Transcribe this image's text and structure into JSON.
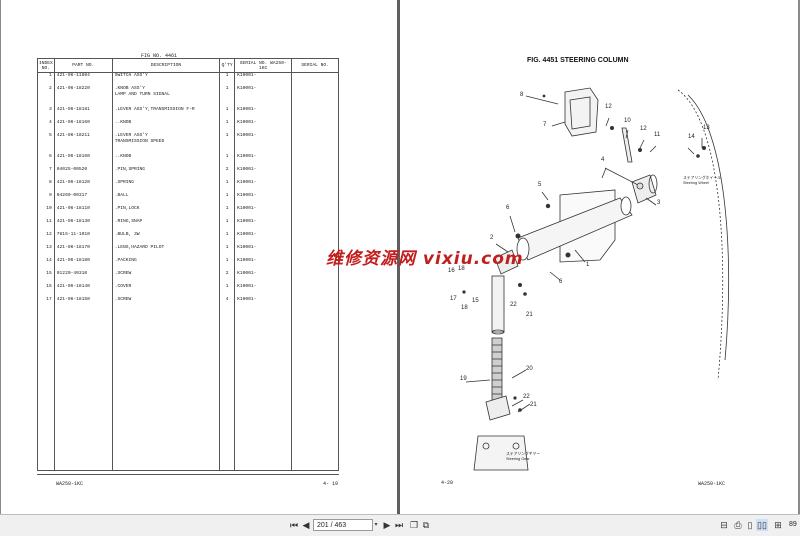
{
  "watermark": "维修资源网 vixiu.com",
  "left_page": {
    "fig_no_label": "FIG NO.",
    "fig_no": "4461",
    "headers": {
      "index": "INDEX NO.",
      "part_no": "PART NO.",
      "description": "DESCRIPTION",
      "qty": "Q'TY",
      "serial1": "SERIAL NO. WA250-1KC",
      "serial2": "SERIAL NO."
    },
    "rows": [
      {
        "idx": "1",
        "part": "421-06-11604",
        "desc": "SWITCH ASS'Y",
        "qty": "1",
        "serial": "K10001-",
        "tall": false
      },
      {
        "idx": "2",
        "part": "421-06-18220",
        "desc": ".KNOB ASS'Y\nLAMP AND TURN SIGNAL",
        "qty": "1",
        "serial": "K10001-",
        "tall": true
      },
      {
        "idx": "3",
        "part": "421-06-18181",
        "desc": ".LEVER ASS'Y,TRANSMISSION F-R",
        "qty": "1",
        "serial": "K10001-",
        "tall": false
      },
      {
        "idx": "4",
        "part": "421-06-18160",
        "desc": "..KNOB",
        "qty": "1",
        "serial": "K10001-",
        "tall": false
      },
      {
        "idx": "5",
        "part": "421-06-18211",
        "desc": ".LEVER ASS'Y\nTRANSMISSION SPEED",
        "qty": "1",
        "serial": "K10001-",
        "tall": true
      },
      {
        "idx": "6",
        "part": "421-06-18160",
        "desc": "..KNOB",
        "qty": "1",
        "serial": "K10001-",
        "tall": false
      },
      {
        "idx": "7",
        "part": "04025-00520",
        "desc": ".PIN,SPRING",
        "qty": "2",
        "serial": "K10001-",
        "tall": false
      },
      {
        "idx": "8",
        "part": "421-06-18120",
        "desc": ".SPRING",
        "qty": "1",
        "serial": "K10001-",
        "tall": false
      },
      {
        "idx": "9",
        "part": "04260-00317",
        "desc": ".BALL",
        "qty": "1",
        "serial": "K10001-",
        "tall": false
      },
      {
        "idx": "10",
        "part": "421-06-18110",
        "desc": ".PIN,LOCK",
        "qty": "1",
        "serial": "K10001-",
        "tall": false
      },
      {
        "idx": "11",
        "part": "421-06-18130",
        "desc": ".RING,SNAP",
        "qty": "1",
        "serial": "K10001-",
        "tall": false
      },
      {
        "idx": "12",
        "part": "7815-11-1010",
        "desc": ".BULB, 3W",
        "qty": "1",
        "serial": "K10001-",
        "tall": false
      },
      {
        "idx": "13",
        "part": "421-06-18170",
        "desc": ".LENS,HAZARD PILOT",
        "qty": "1",
        "serial": "K10001-",
        "tall": false
      },
      {
        "idx": "14",
        "part": "421-06-18180",
        "desc": ".PACKING",
        "qty": "1",
        "serial": "K10001-",
        "tall": false
      },
      {
        "idx": "15",
        "part": "01220-40310",
        "desc": ".SCREW",
        "qty": "2",
        "serial": "K10001-",
        "tall": false
      },
      {
        "idx": "16",
        "part": "421-06-18140",
        "desc": ".COVER",
        "qty": "1",
        "serial": "K10001-",
        "tall": false
      },
      {
        "idx": "17",
        "part": "421-06-18150",
        "desc": ".SCREW",
        "qty": "4",
        "serial": "K10001-",
        "tall": false
      }
    ],
    "footer_model": "WA250-1KC",
    "footer_page": "4- 19"
  },
  "right_page": {
    "fig_title": "FIG. 4451  STEERING COLUMN",
    "label_wheel_jp": "ステアリングホイール",
    "label_wheel_en": "Steering Wheel",
    "label_gear_jp": "ステアリングギヤー",
    "label_gear_en": "Steering Gear",
    "callouts": [
      "8",
      "7",
      "12",
      "10",
      "12",
      "11",
      "14",
      "13",
      "4",
      "5",
      "3",
      "6",
      "2",
      "1",
      "6",
      "16",
      "18",
      "17",
      "15",
      "18",
      "22",
      "21",
      "19",
      "20",
      "22",
      "21"
    ],
    "footer_page": "4-20",
    "footer_model": "WA250-1KC"
  },
  "toolbar": {
    "first_icon": "skip-first-icon",
    "prev_icon": "prev-icon",
    "page_value": "201 / 463",
    "next_icon": "next-icon",
    "last_icon": "skip-last-icon",
    "zoom_text": "89"
  },
  "colors": {
    "watermark": "#c31e1e",
    "viewer_bg": "#8a8a8a",
    "toolbar_bg": "#f0f0f0"
  }
}
